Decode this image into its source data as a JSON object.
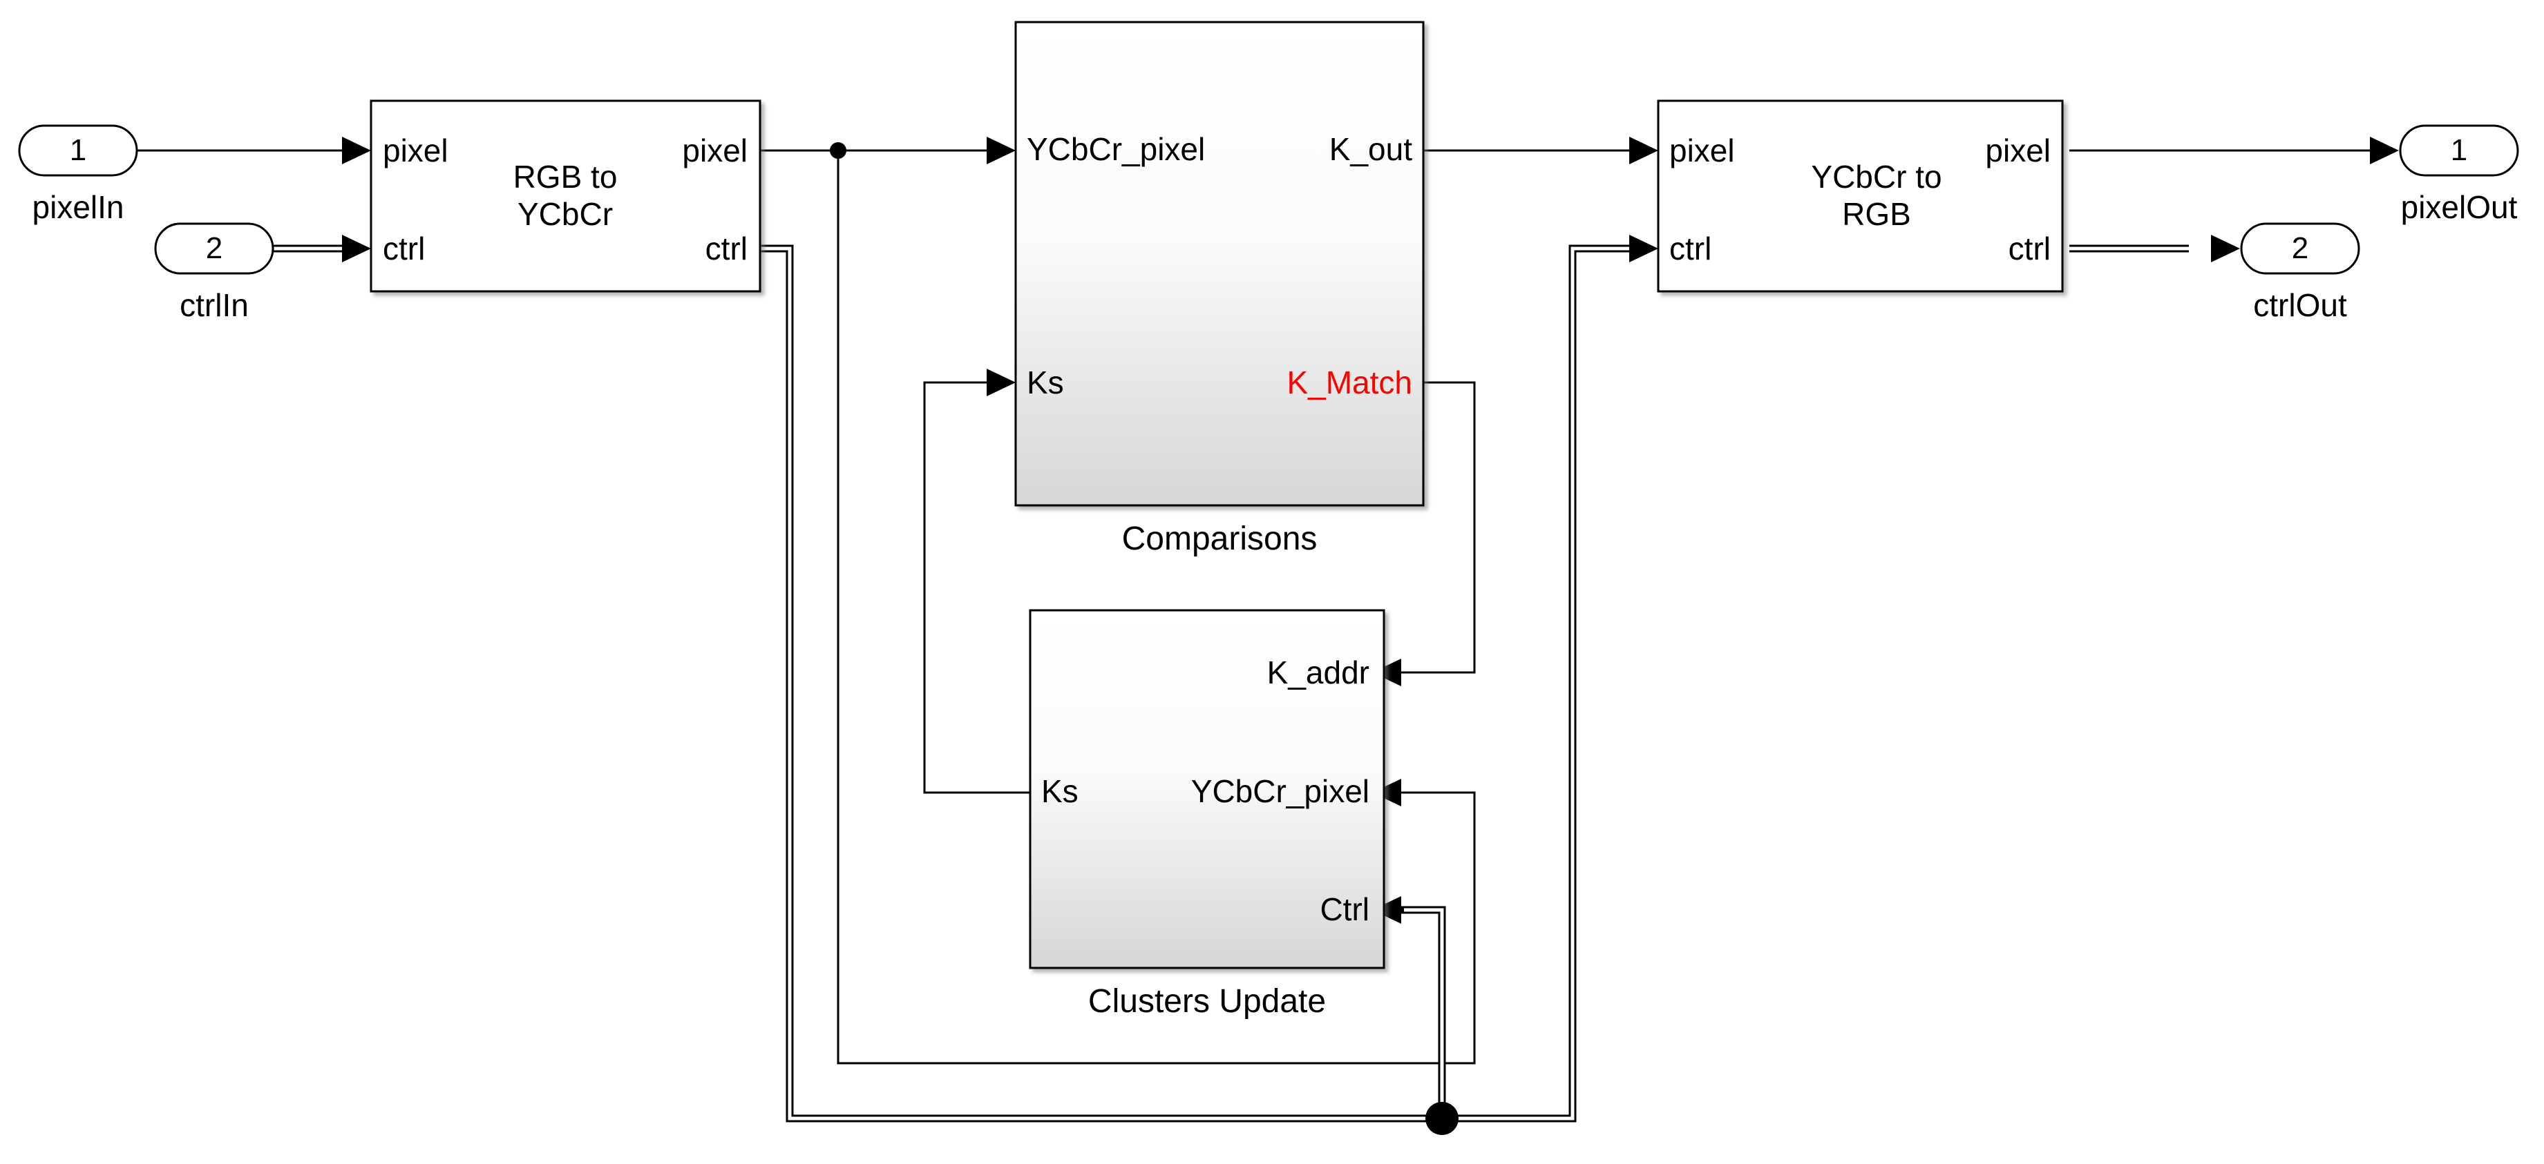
{
  "ports": {
    "pixelIn": {
      "number": "1",
      "label": "pixelIn"
    },
    "ctrlIn": {
      "number": "2",
      "label": "ctrlIn"
    },
    "pixelOut": {
      "number": "1",
      "label": "pixelOut"
    },
    "ctrlOut": {
      "number": "2",
      "label": "ctrlOut"
    }
  },
  "blocks": {
    "rgb_to_ycbcr": {
      "title_line1": "RGB to",
      "title_line2": "YCbCr",
      "in_pixel": "pixel",
      "in_ctrl": "ctrl",
      "out_pixel": "pixel",
      "out_ctrl": "ctrl"
    },
    "comparisons": {
      "name": "Comparisons",
      "in_ycbcr": "YCbCr_pixel",
      "in_ks": "Ks",
      "out_k": "K_out",
      "out_kmatch": "K_Match"
    },
    "clusters_update": {
      "name": "Clusters Update",
      "in_kaddr": "K_addr",
      "in_ycbcr": "YCbCr_pixel",
      "in_ctrl": "Ctrl",
      "out_ks": "Ks"
    },
    "ycbcr_to_rgb": {
      "title_line1": "YCbCr to",
      "title_line2": "RGB",
      "in_pixel": "pixel",
      "in_ctrl": "ctrl",
      "out_pixel": "pixel",
      "out_ctrl": "ctrl"
    }
  },
  "colors": {
    "line": "#000000",
    "highlight_port": "#ff0000",
    "block_fill_top": "#ffffff",
    "block_fill_bottom": "#d9d9d9"
  }
}
